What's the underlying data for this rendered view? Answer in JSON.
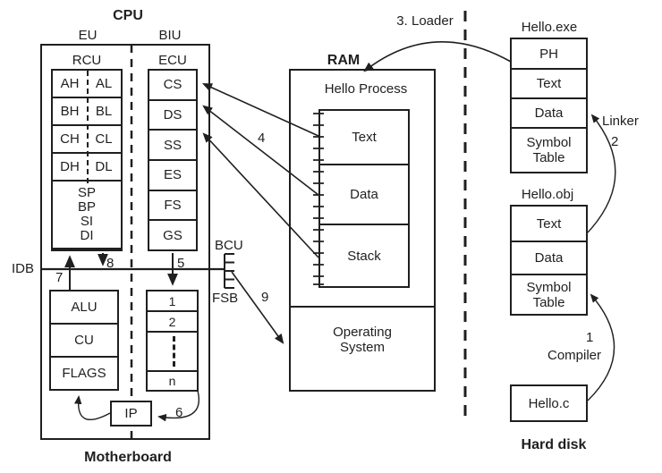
{
  "colors": {
    "ink": "#1f1f1f",
    "background": "#ffffff"
  },
  "cpu": {
    "title": "CPU",
    "eu_label": "EU",
    "biu_label": "BIU",
    "motherboard_label": "Motherboard",
    "rcu": {
      "label": "RCU",
      "register_pairs": [
        [
          "AH",
          "AL"
        ],
        [
          "BH",
          "BL"
        ],
        [
          "CH",
          "CL"
        ],
        [
          "DH",
          "DL"
        ]
      ],
      "pointer_registers": [
        "SP",
        "BP",
        "SI",
        "DI"
      ]
    },
    "ecu": {
      "label": "ECU",
      "segment_registers": [
        "CS",
        "DS",
        "SS",
        "ES",
        "FS",
        "GS"
      ]
    },
    "eu_units": [
      "ALU",
      "CU",
      "FLAGS"
    ],
    "queue": {
      "first": "1",
      "second": "2",
      "last": "n"
    },
    "ip_label": "IP"
  },
  "bus": {
    "idb_label": "IDB",
    "bcu_label": "BCU",
    "fsb_label": "FSB"
  },
  "ram": {
    "title": "RAM",
    "process_label": "Hello Process",
    "segments": [
      "Text",
      "Data",
      "Stack"
    ],
    "os_label": "Operating System"
  },
  "disk": {
    "title": "Hard disk",
    "hello_exe": {
      "label": "Hello.exe",
      "sections": [
        "PH",
        "Text",
        "Data",
        "Symbol Table"
      ]
    },
    "hello_obj": {
      "label": "Hello.obj",
      "sections": [
        "Text",
        "Data",
        "Symbol Table"
      ]
    },
    "hello_c": {
      "label": "Hello.c"
    },
    "linker_label": "Linker",
    "compiler_label": "Compiler"
  },
  "steps": {
    "loader": "3. Loader",
    "compiler": "1",
    "linker": "2",
    "segment_map": "4",
    "queue_fill": "5",
    "ip_feed": "6",
    "operand_up": "7",
    "operand_down": "8",
    "os_fetch": "9"
  }
}
